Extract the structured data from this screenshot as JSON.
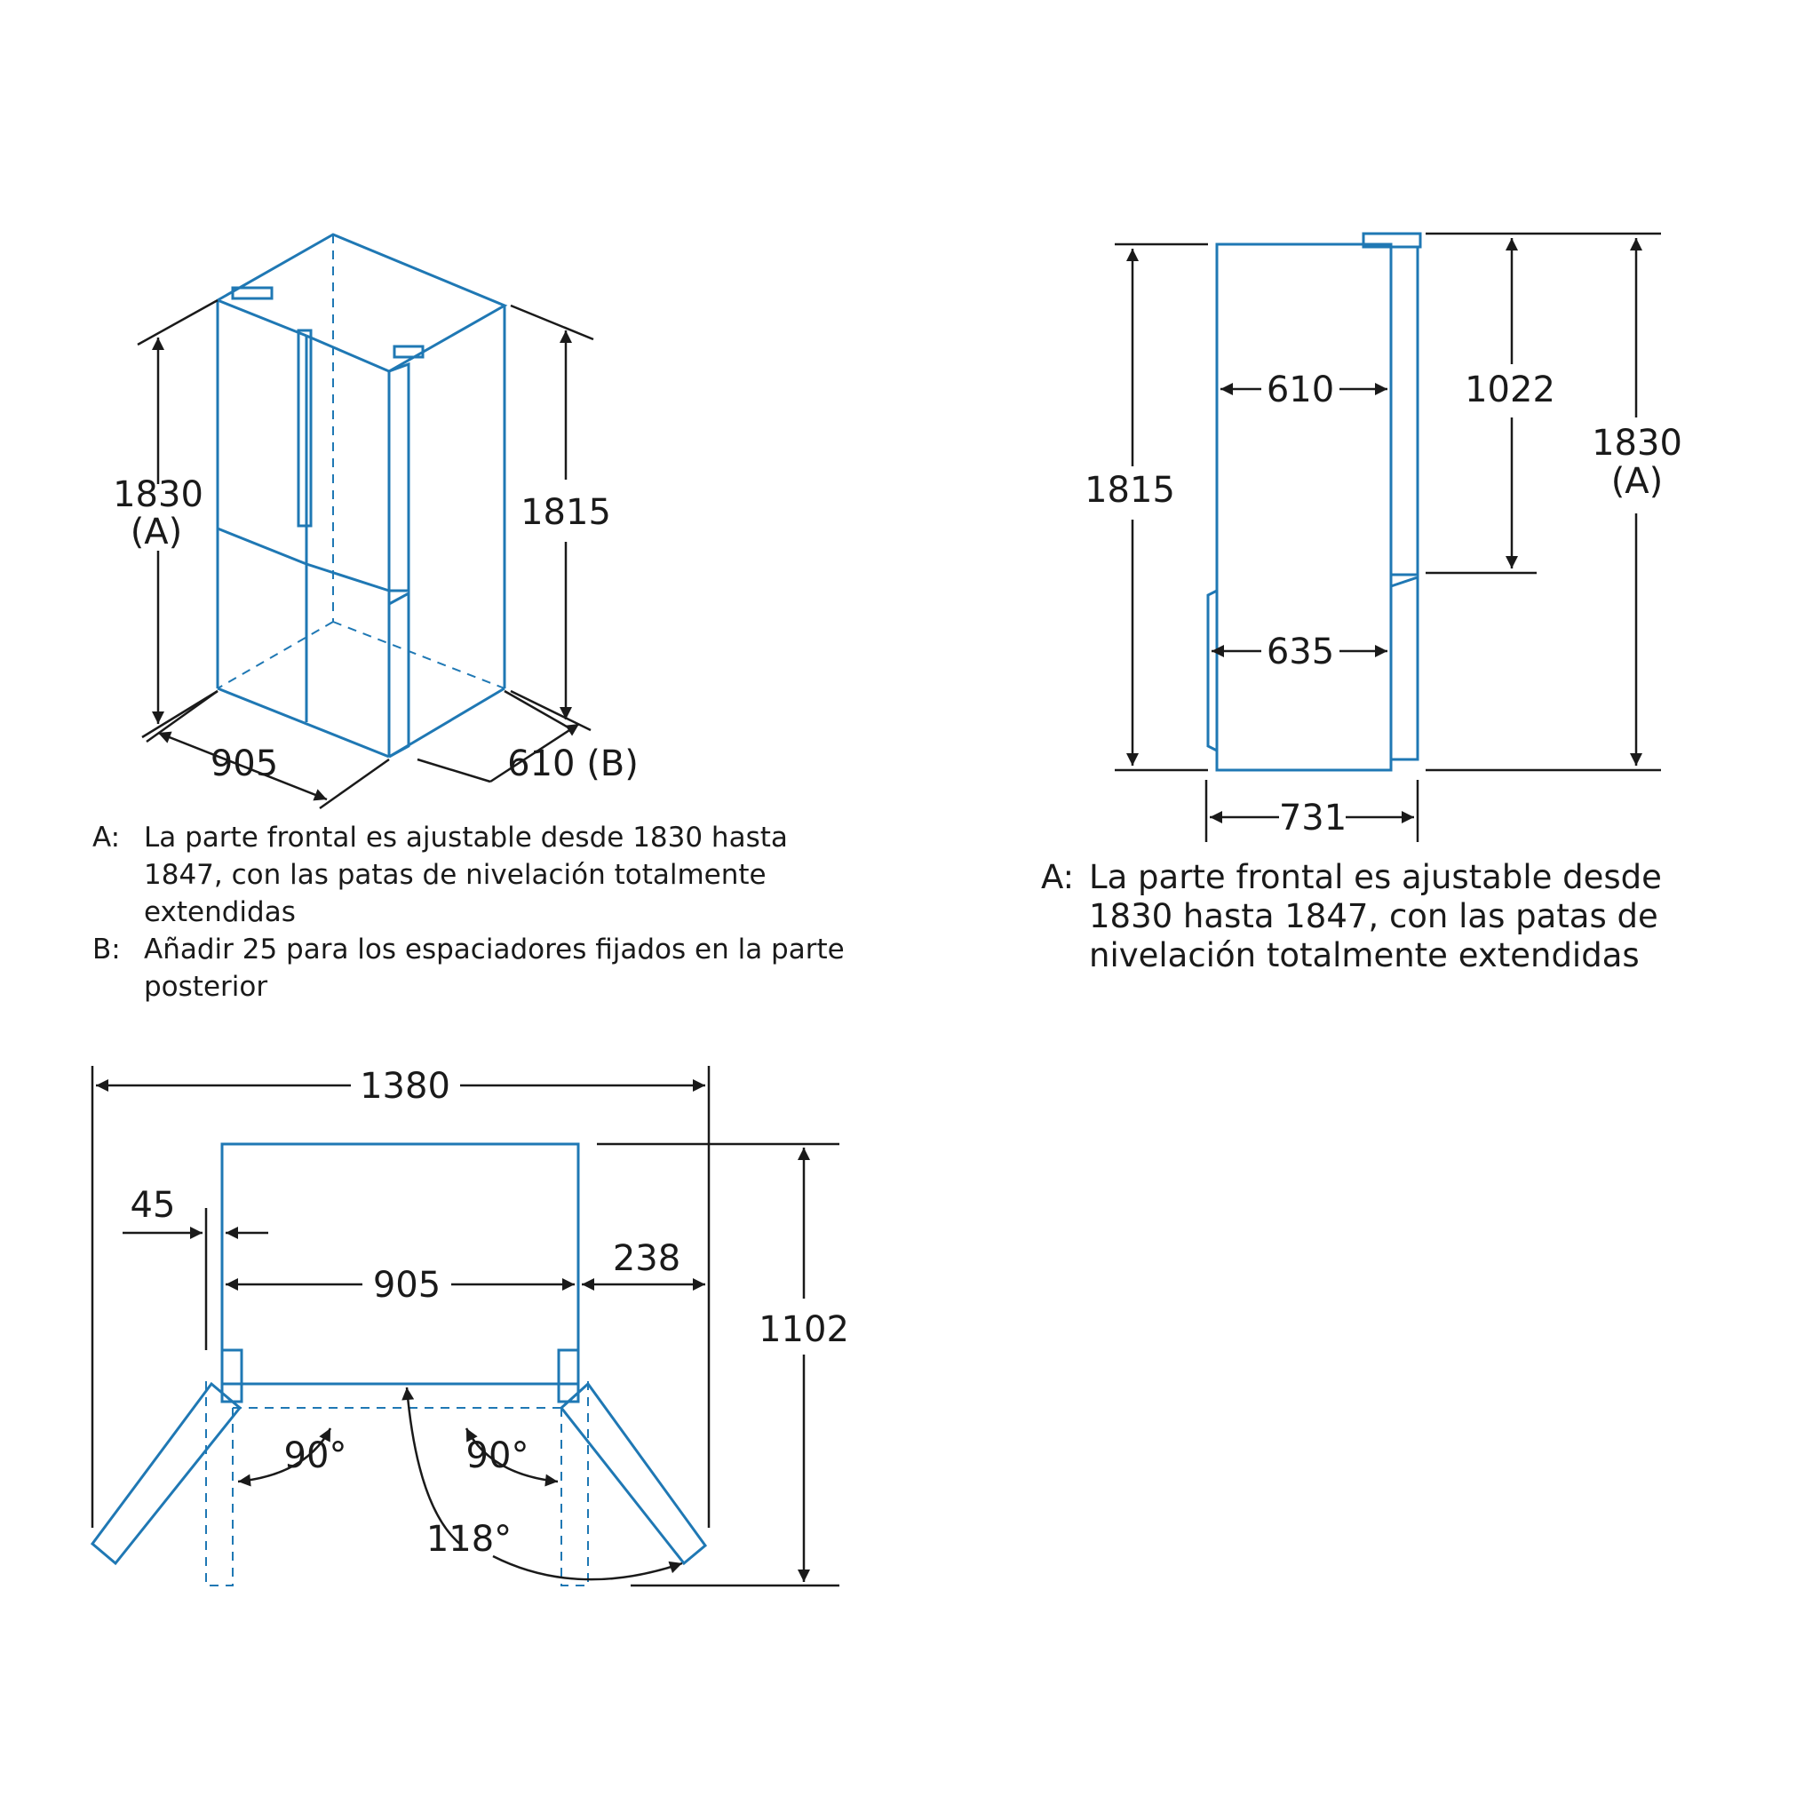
{
  "colors": {
    "outline": "#1f78b4",
    "dimension": "#1a1a1a",
    "background": "#ffffff"
  },
  "isometric_view": {
    "dims": {
      "height_front": "1830",
      "height_front_note": "(A)",
      "height_back": "1815",
      "width": "905",
      "depth": "610 (B)"
    },
    "notes": [
      {
        "key": "A:",
        "text": "La parte frontal es ajustable desde 1830 hasta 1847, con las patas de nivelación totalmente extendidas"
      },
      {
        "key": "B:",
        "text": "Añadir 25 para los espaciadores fijados en la parte posterior"
      }
    ]
  },
  "side_view": {
    "dims": {
      "height_back": "1815",
      "depth_upper": "610",
      "door_height": "1022",
      "height_front": "1830",
      "height_front_note": "(A)",
      "depth_lower": "635",
      "depth_total": "731"
    },
    "notes": [
      {
        "key": "A:",
        "text": "La parte frontal es ajustable desde 1830 hasta 1847, con las patas de nivelación totalmente extendidas"
      }
    ]
  },
  "top_view": {
    "dims": {
      "overall_width": "1380",
      "left_clearance": "45",
      "body_width": "905",
      "right_clearance": "238",
      "overall_depth": "1102",
      "angle_left": "90°",
      "angle_right": "90°",
      "angle_open": "118°"
    }
  }
}
